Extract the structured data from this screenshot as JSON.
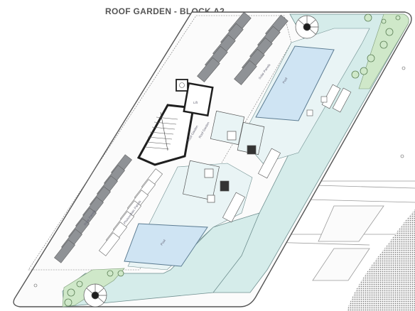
{
  "title": "ROOF GARDEN - BLOCK A2",
  "labels": {
    "pool": "Pool",
    "lift": "Lift",
    "solar_panels": "Solar Panels",
    "photovoltaic_panels": "Photovoltaic Panels",
    "roof_garden": "Roof Garden"
  },
  "colors": {
    "garden": "#d5ecea",
    "deck": "#e9f4f5",
    "pool": "#cfe4f3",
    "green": "#cfe8c9",
    "panel": "#8f9296",
    "stair": "#1e1e1e",
    "line": "#555555",
    "paving": "#8a8a8a"
  }
}
